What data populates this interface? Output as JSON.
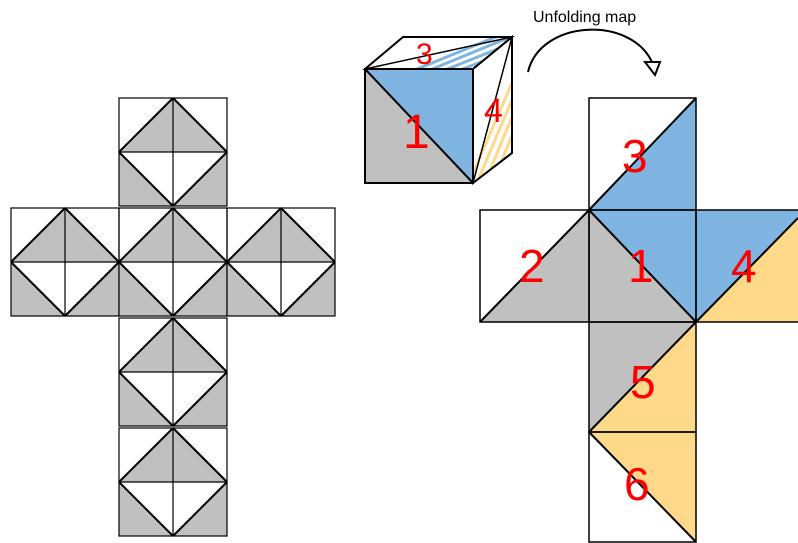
{
  "header": {
    "title": "Unfolding map"
  },
  "colors": {
    "gray": "#c0c0c0",
    "blue": "#7fb5e0",
    "yellow": "#ffd98a",
    "label": "#ff0000",
    "line": "#000000"
  },
  "cube": {
    "face_labels": {
      "top": "3",
      "front": "1",
      "right": "4"
    }
  },
  "net": {
    "face_labels": [
      "3",
      "2",
      "1",
      "4",
      "5",
      "6"
    ]
  }
}
